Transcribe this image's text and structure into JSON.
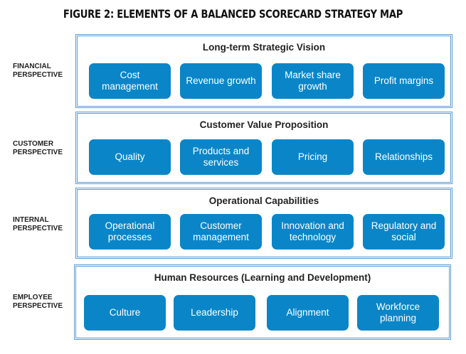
{
  "title": "FIGURE 2: ELEMENTS OF A BALANCED SCORECARD STRATEGY MAP",
  "rows": [
    {
      "perspective": [
        "FINANCIAL",
        "PERSPECTIVE"
      ],
      "heading": "Long-term Strategic Vision",
      "items": [
        "Cost management",
        "Revenue growth",
        "Market share growth",
        "Profit margins"
      ]
    },
    {
      "perspective": [
        "CUSTOMER",
        "PERSPECTIVE"
      ],
      "heading": "Customer Value Proposition",
      "items": [
        "Quality",
        "Products and services",
        "Pricing",
        "Relationships"
      ]
    },
    {
      "perspective": [
        "INTERNAL",
        "PERSPECTIVE"
      ],
      "heading": "Operational Capabilities",
      "items": [
        "Operational processes",
        "Customer management",
        "Innovation and technology",
        "Regulatory and social"
      ]
    },
    {
      "perspective": [
        "EMPLOYEE",
        "PERSPECTIVE"
      ],
      "heading": "Human Resources (Learning and Development)",
      "items": [
        "Culture",
        "Leadership",
        "Alignment",
        "Workforce planning"
      ]
    }
  ],
  "colors": {
    "box": "#0a86c8",
    "border": "#5b9bd5"
  }
}
